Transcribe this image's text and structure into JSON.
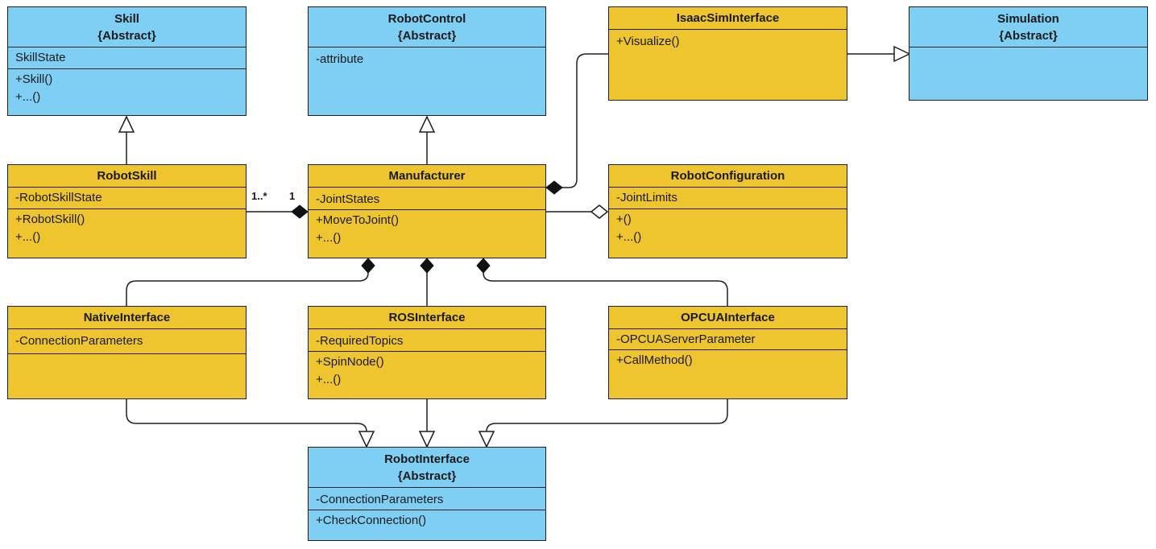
{
  "colors": {
    "abstract": "#7fcff5",
    "concrete": "#eec42f",
    "line": "#1f1f1f"
  },
  "classes": {
    "skill": {
      "name": "Skill",
      "stereotype": "{Abstract}",
      "attributes": [
        "SkillState"
      ],
      "methods": [
        "+Skill()",
        "+...()"
      ]
    },
    "robot_control": {
      "name": "RobotControl",
      "stereotype": "{Abstract}",
      "attributes": [
        "-attribute"
      ]
    },
    "isaac_sim_interface": {
      "name": "IsaacSimInterface",
      "methods": [
        "+Visualize()"
      ]
    },
    "simulation": {
      "name": "Simulation",
      "stereotype": "{Abstract}"
    },
    "robot_skill": {
      "name": "RobotSkill",
      "attributes": [
        "-RobotSkillState"
      ],
      "methods": [
        "+RobotSkill()",
        "+...()"
      ]
    },
    "manufacturer": {
      "name": "Manufacturer",
      "attributes": [
        "-JointStates"
      ],
      "methods": [
        "+MoveToJoint()",
        "+...()"
      ]
    },
    "robot_configuration": {
      "name": "RobotConfiguration",
      "attributes": [
        "-JointLimits"
      ],
      "methods": [
        "+()",
        "+...()"
      ]
    },
    "native_interface": {
      "name": "NativeInterface",
      "attributes": [
        "-ConnectionParameters"
      ]
    },
    "ros_interface": {
      "name": "ROSInterface",
      "attributes": [
        "-RequiredTopics"
      ],
      "methods": [
        "+SpinNode()",
        "+...()"
      ]
    },
    "opcua_interface": {
      "name": "OPCUAInterface",
      "attributes": [
        "-OPCUAServerParameter"
      ],
      "methods": [
        "+CallMethod()"
      ]
    },
    "robot_interface": {
      "name": "RobotInterface",
      "stereotype": "{Abstract}",
      "attributes": [
        "-ConnectionParameters"
      ],
      "methods": [
        "+CheckConnection()"
      ]
    }
  },
  "multiplicities": {
    "robot_skill_end": "1..*",
    "manufacturer_end": "1"
  }
}
